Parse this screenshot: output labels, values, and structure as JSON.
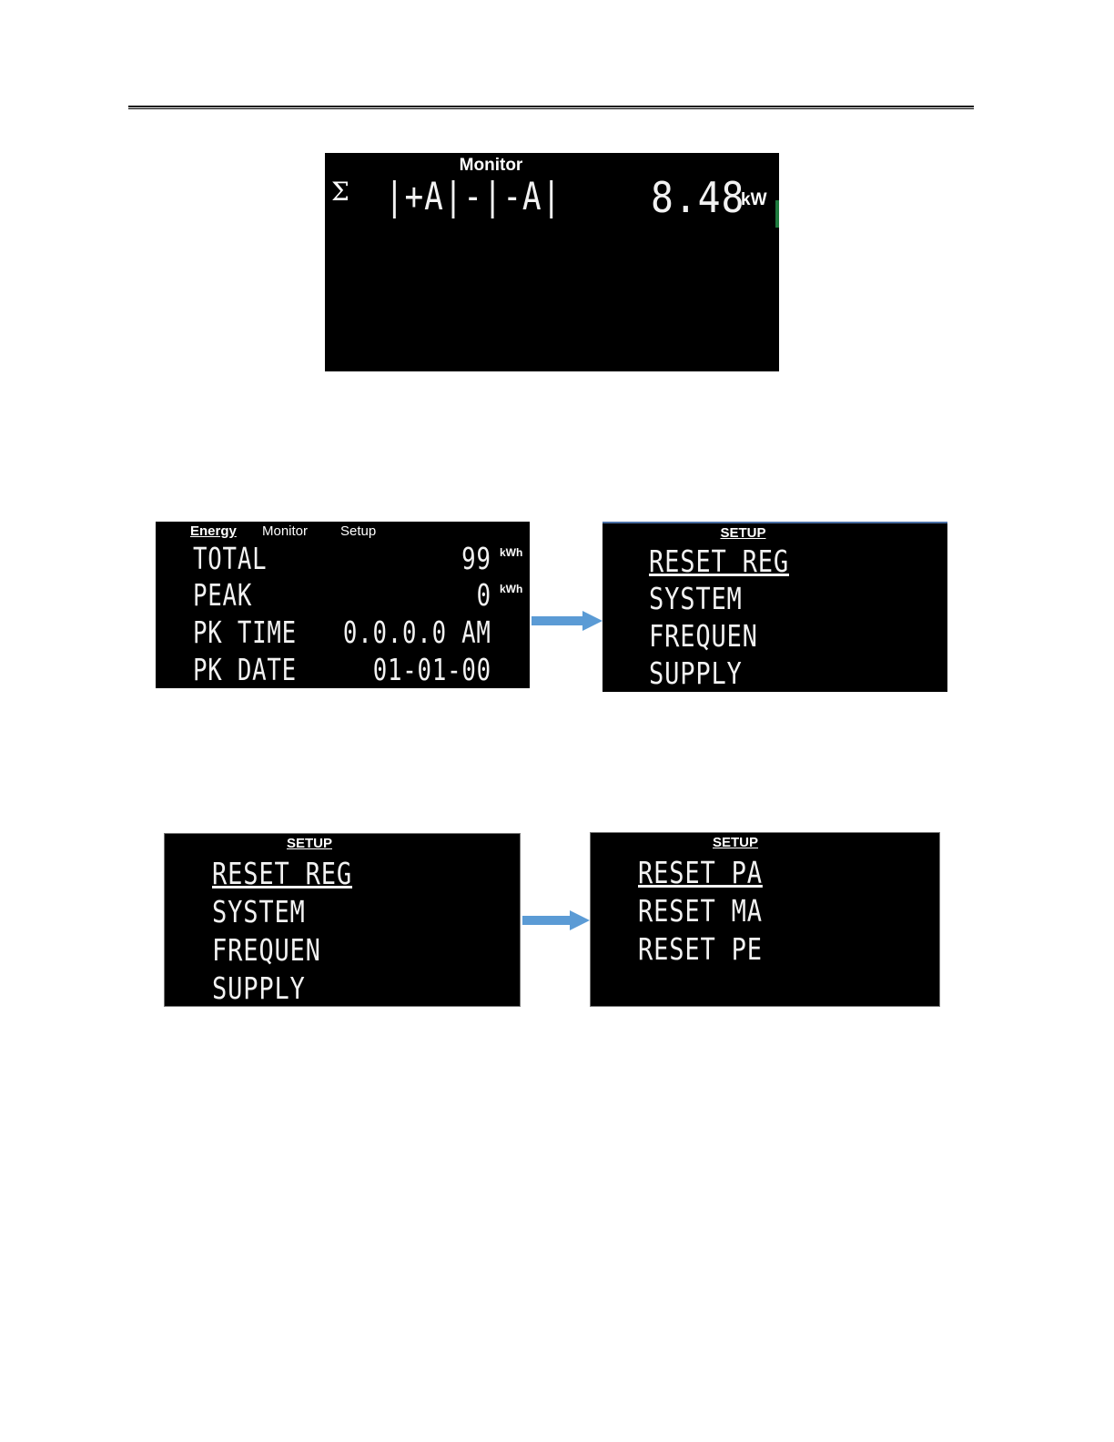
{
  "monitor_screen": {
    "title": "Monitor",
    "sigma": "Σ",
    "expression": "|+A|-|-A|",
    "value": "8.48",
    "unit": "kW"
  },
  "energy_screen": {
    "tabs": [
      {
        "label": "Energy",
        "active": true
      },
      {
        "label": "Monitor",
        "active": false
      },
      {
        "label": "Setup",
        "active": false
      }
    ],
    "rows": [
      {
        "name": "TOTAL",
        "value": "99",
        "unit": "kWh"
      },
      {
        "name": "PEAK",
        "value": "0",
        "unit": "kWh"
      },
      {
        "name": "PK TIME",
        "value": "0.0.0.0 AM",
        "unit": ""
      },
      {
        "name": "PK DATE",
        "value": "01-01-00",
        "unit": ""
      }
    ]
  },
  "setup_menu": {
    "title": "SETUP",
    "items": [
      "RESET REG",
      "SYSTEM",
      "FREQUEN",
      "SUPPLY"
    ],
    "selected_index": 0
  },
  "reset_menu": {
    "title": "SETUP",
    "items": [
      "RESET PA",
      "RESET MA",
      "RESET PE"
    ],
    "selected_index": 0
  },
  "colors": {
    "screen_bg": "#000000",
    "lcd_text": "#f2f2f2",
    "arrow": "#5b9bd5",
    "edge_green": "#1e7a3e"
  },
  "icons": {
    "transition_arrow": "right-arrow-icon"
  }
}
